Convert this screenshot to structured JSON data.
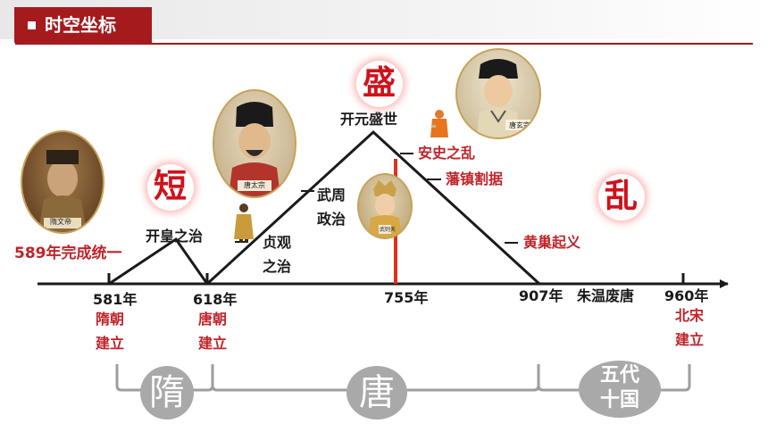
{
  "header": {
    "title": "时空坐标"
  },
  "timeline": {
    "years": [
      "581年",
      "618年",
      "755年",
      "907年",
      "960年"
    ],
    "events_below": [
      "隋朝\n建立",
      "唐朝\n建立",
      "北宋\n建立"
    ],
    "unification": "589年完成统一",
    "kaihuang": "开皇之治",
    "zhenguan": "贞观\n之治",
    "wuzhou": "武周\n政治",
    "kaiyuan": "开元盛世",
    "anshi": "安史之乱",
    "fanzhen": "藩镇割据",
    "huangchao": "黄巢起义",
    "zhuwen": "朱温废唐"
  },
  "keywords": {
    "short": "短",
    "prosper": "盛",
    "chaos": "乱"
  },
  "dynasties": {
    "sui": "隋",
    "tang": "唐",
    "wudai": "五代\n十国"
  },
  "portraits": {
    "sui": "隋文帝",
    "taizong": "唐太宗",
    "wuzetian": "武则天",
    "xuanzong": "唐玄宗"
  },
  "colors": {
    "accent": "#a51a1d",
    "event_red": "#c0242a",
    "dynasty_bg": "#a9a9a9",
    "bracket": "#9e9e9e"
  },
  "icons": [
    "figure-icon",
    "ruler-icon"
  ]
}
